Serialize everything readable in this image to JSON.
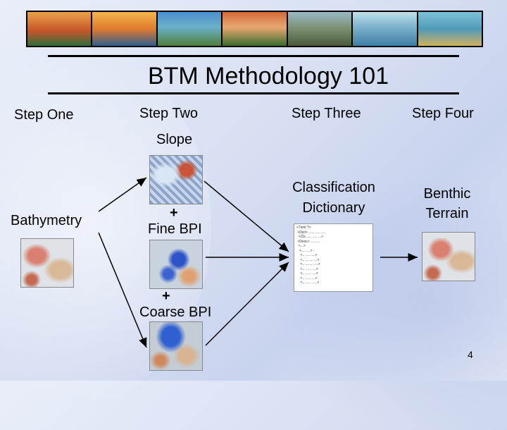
{
  "title": "BTM Methodology 101",
  "steps": {
    "one": "Step One",
    "two": "Step Two",
    "three": "Step Three",
    "four": "Step Four"
  },
  "inputs": {
    "bathymetry": "Bathymetry",
    "slope": "Slope",
    "fine_bpi": "Fine BPI",
    "coarse_bpi": "Coarse BPI",
    "plus": "+"
  },
  "classification_dictionary": [
    "Classification",
    "Dictionary"
  ],
  "benthic_terrain": [
    "Benthic",
    "Terrain"
  ],
  "page_number": "4",
  "colors": {
    "rule": "#000000",
    "arrow": "#000000"
  }
}
